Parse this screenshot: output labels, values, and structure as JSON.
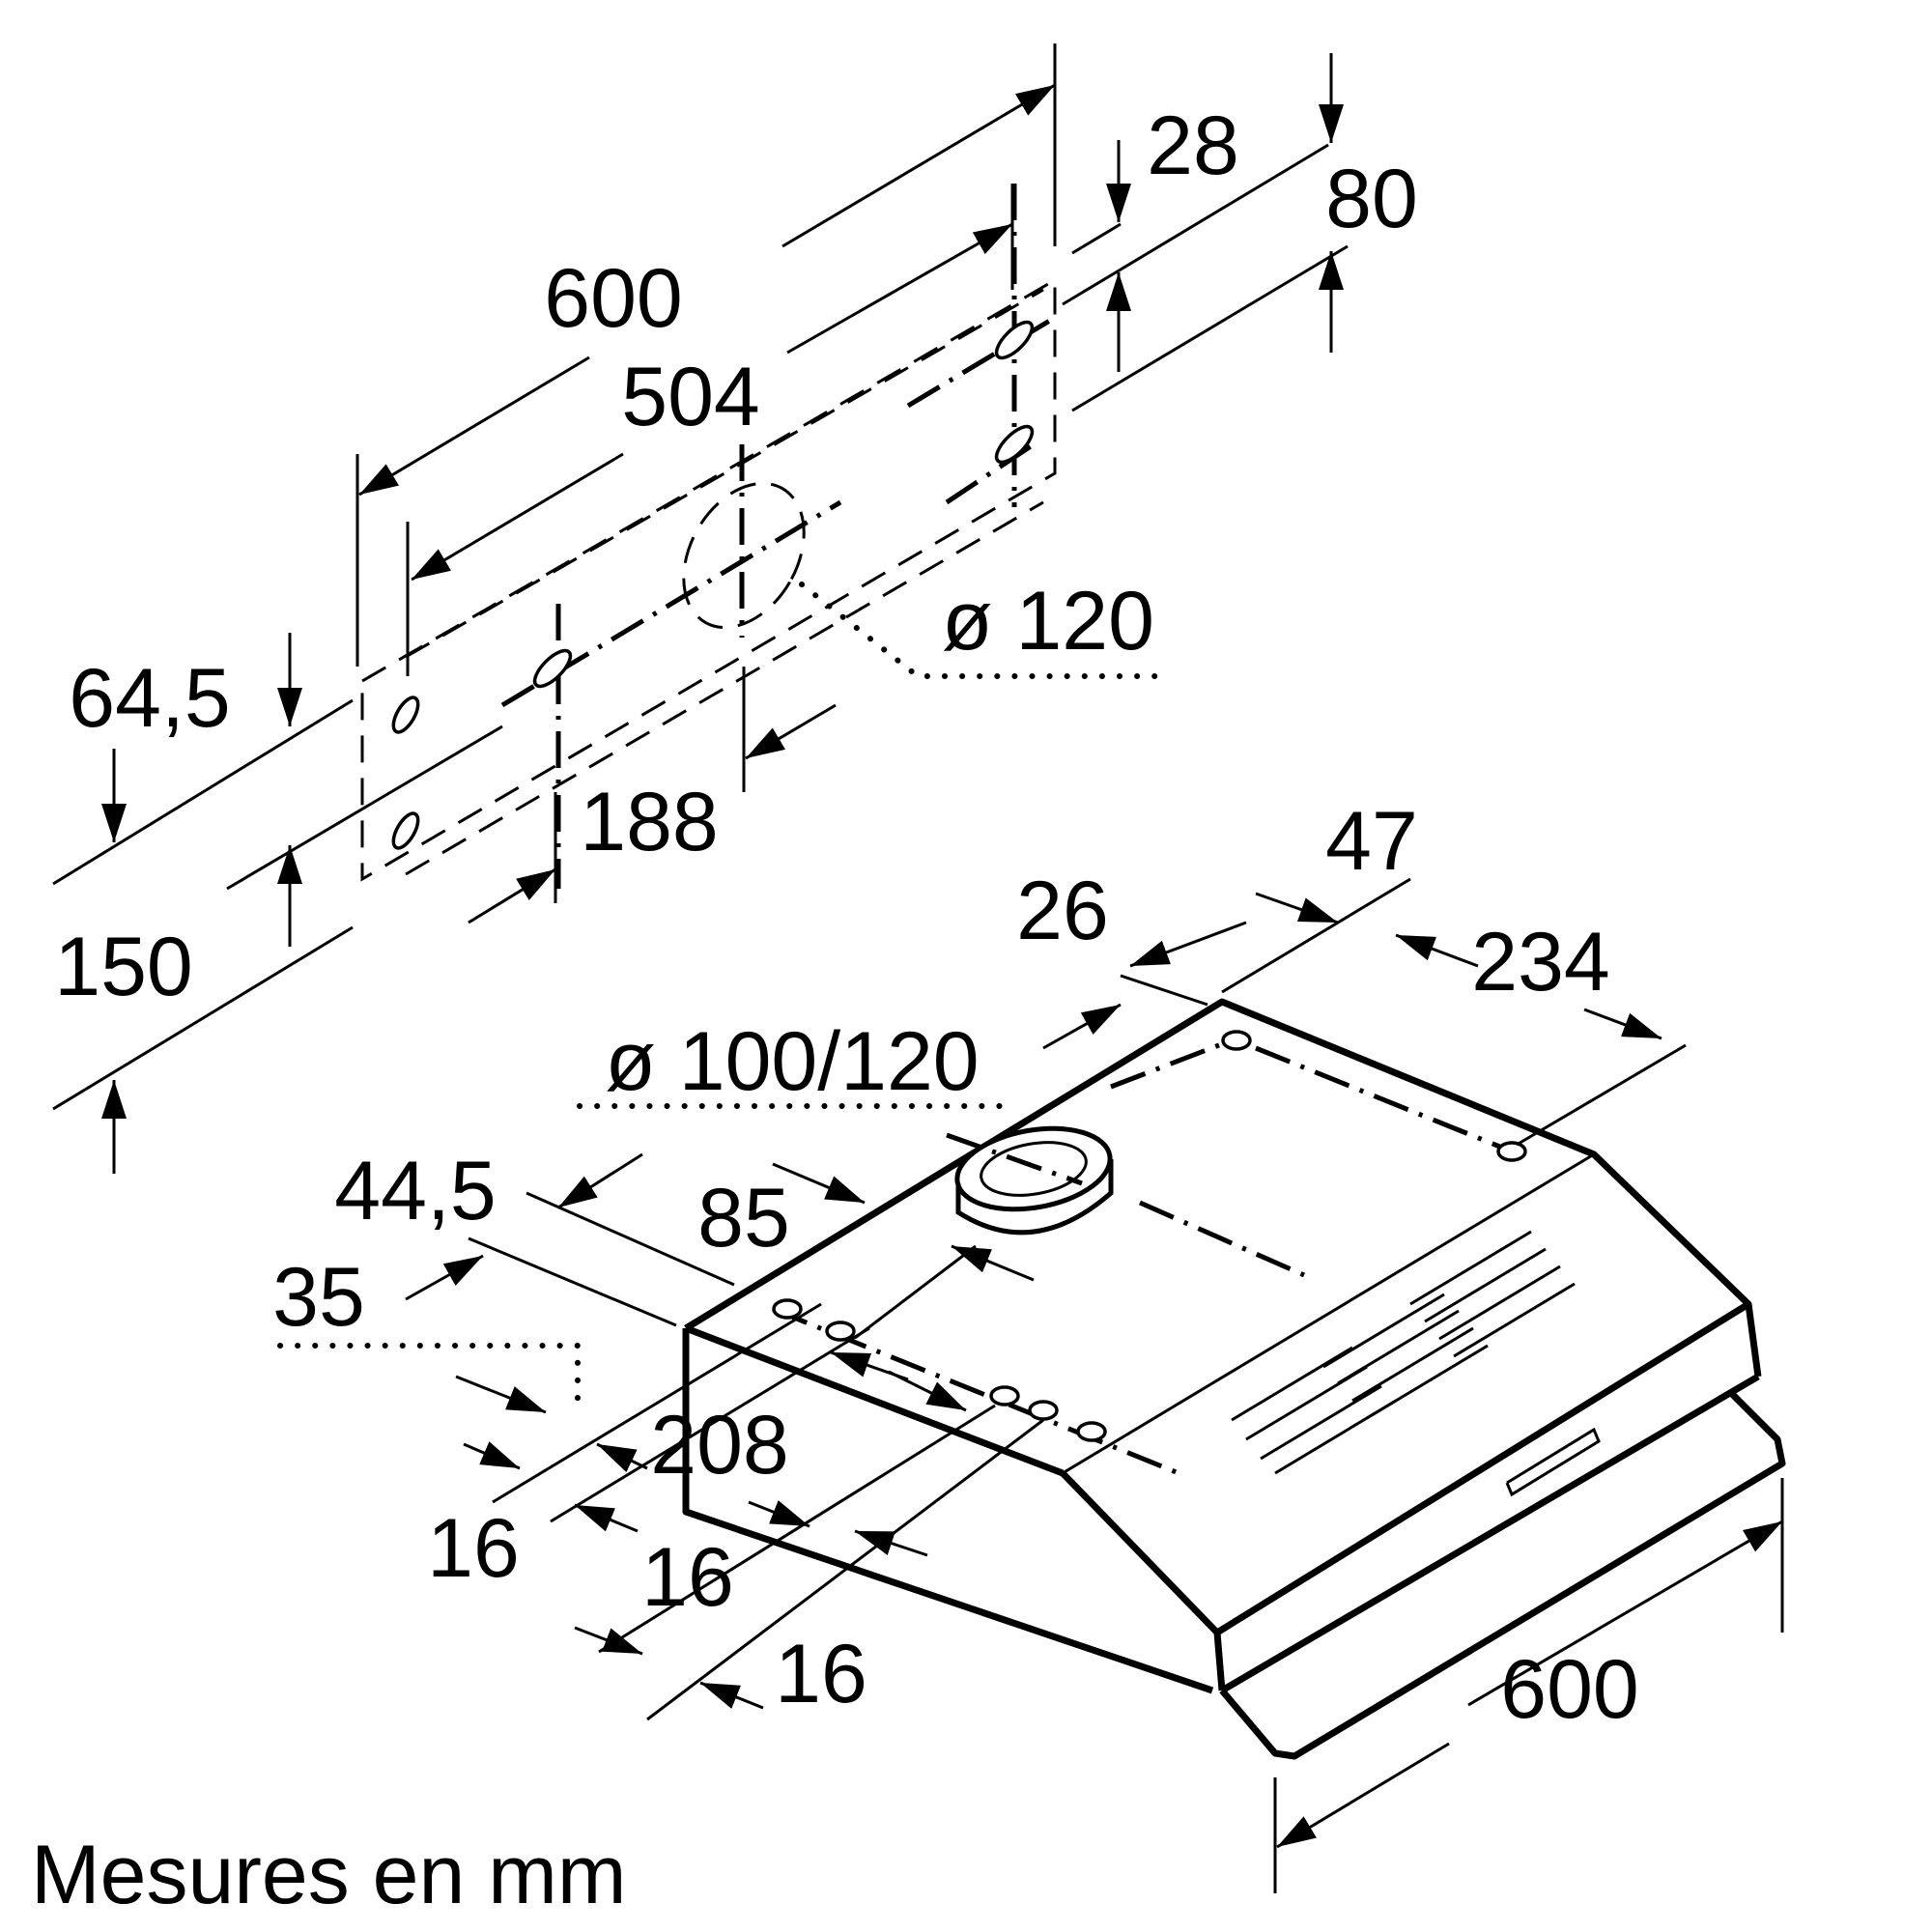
{
  "caption": "Mesures en mm",
  "wall_mount": {
    "dims": {
      "width_600": "600",
      "holes_504": "504",
      "top_28": "28",
      "depth_80": "80",
      "diameter_120": "ø 120",
      "left_64_5": "64,5",
      "height_150": "150",
      "offset_188": "188"
    }
  },
  "hood": {
    "dims": {
      "d_47": "47",
      "d_26": "26",
      "d_234": "234",
      "outlet": "ø 100/120",
      "d_44_5": "44,5",
      "d_85": "85",
      "d_35": "35",
      "d_208": "208",
      "d_16_a": "16",
      "d_16_b": "16",
      "d_16_c": "16",
      "width_600": "600"
    }
  }
}
